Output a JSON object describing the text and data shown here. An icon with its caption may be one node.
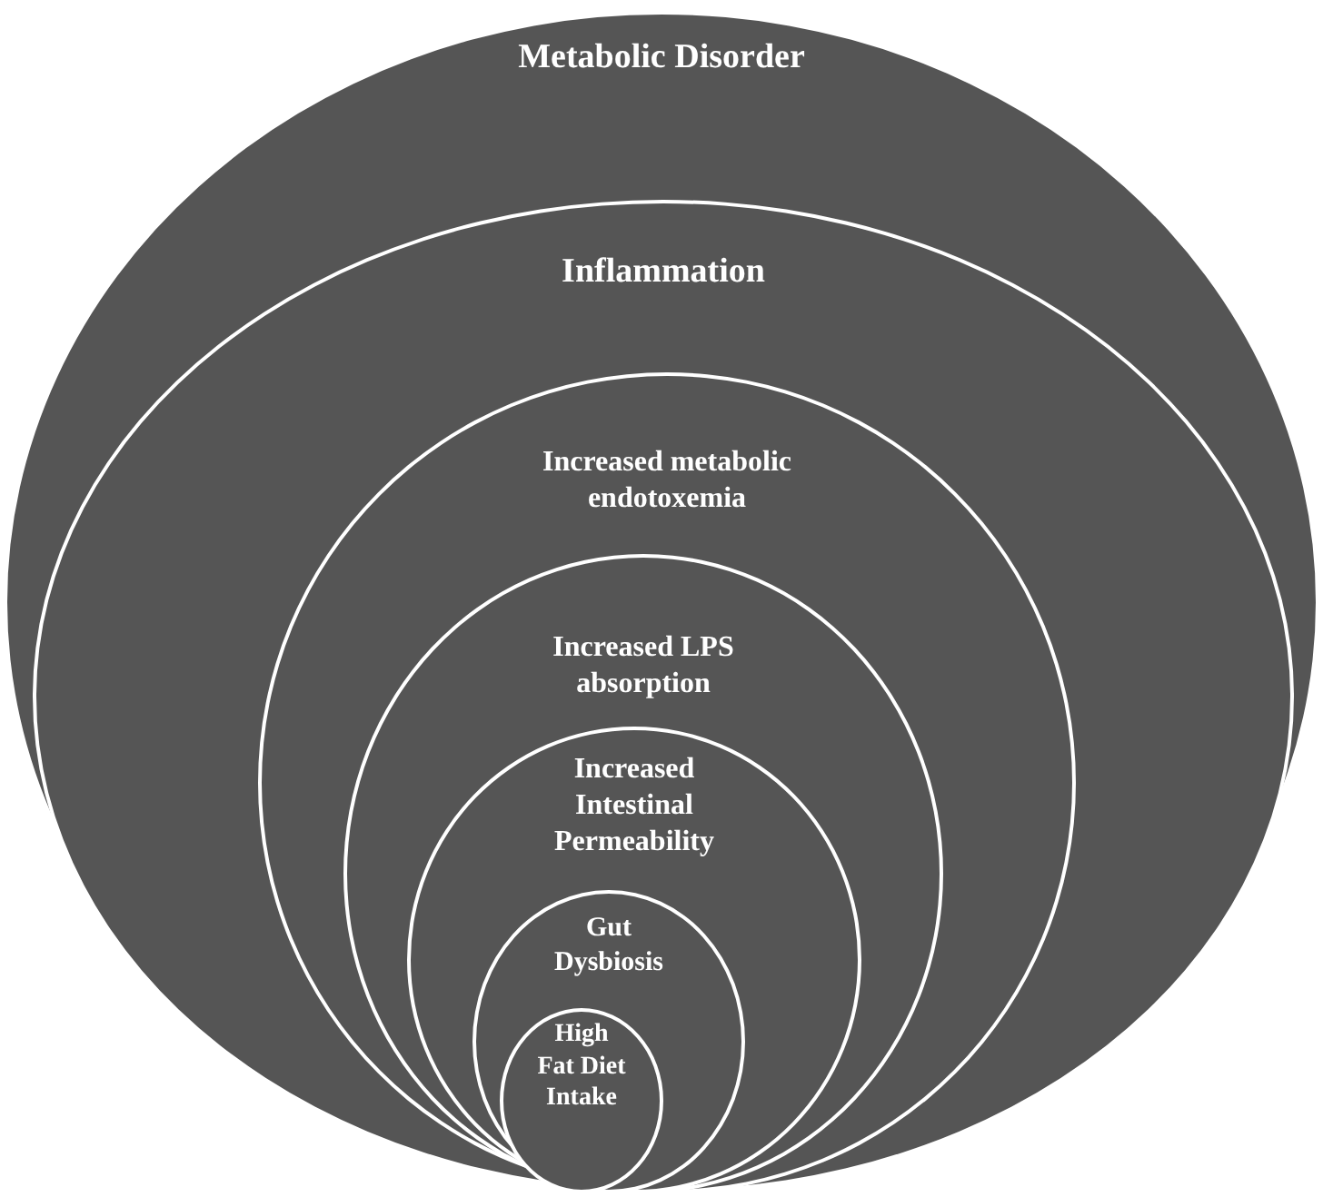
{
  "diagram": {
    "nodes": [
      {
        "text": [
          "Metabolic Disorder"
        ]
      },
      {
        "text": [
          "Inflammation"
        ],
        "in": 0
      },
      {
        "text": [
          "Increased metabolic endotoxemia"
        ],
        "in": 1
      },
      {
        "text": [
          "Increased LPS absorption"
        ],
        "in": 2
      },
      {
        "text": [
          "Increased Intestinal Permeability"
        ],
        "in": 3
      },
      {
        "text": [
          "Gut Dysbiosis"
        ],
        "in": 4
      },
      {
        "text": [
          "High Fat Diet Intake"
        ],
        "in": 5
      }
    ]
  }
}
